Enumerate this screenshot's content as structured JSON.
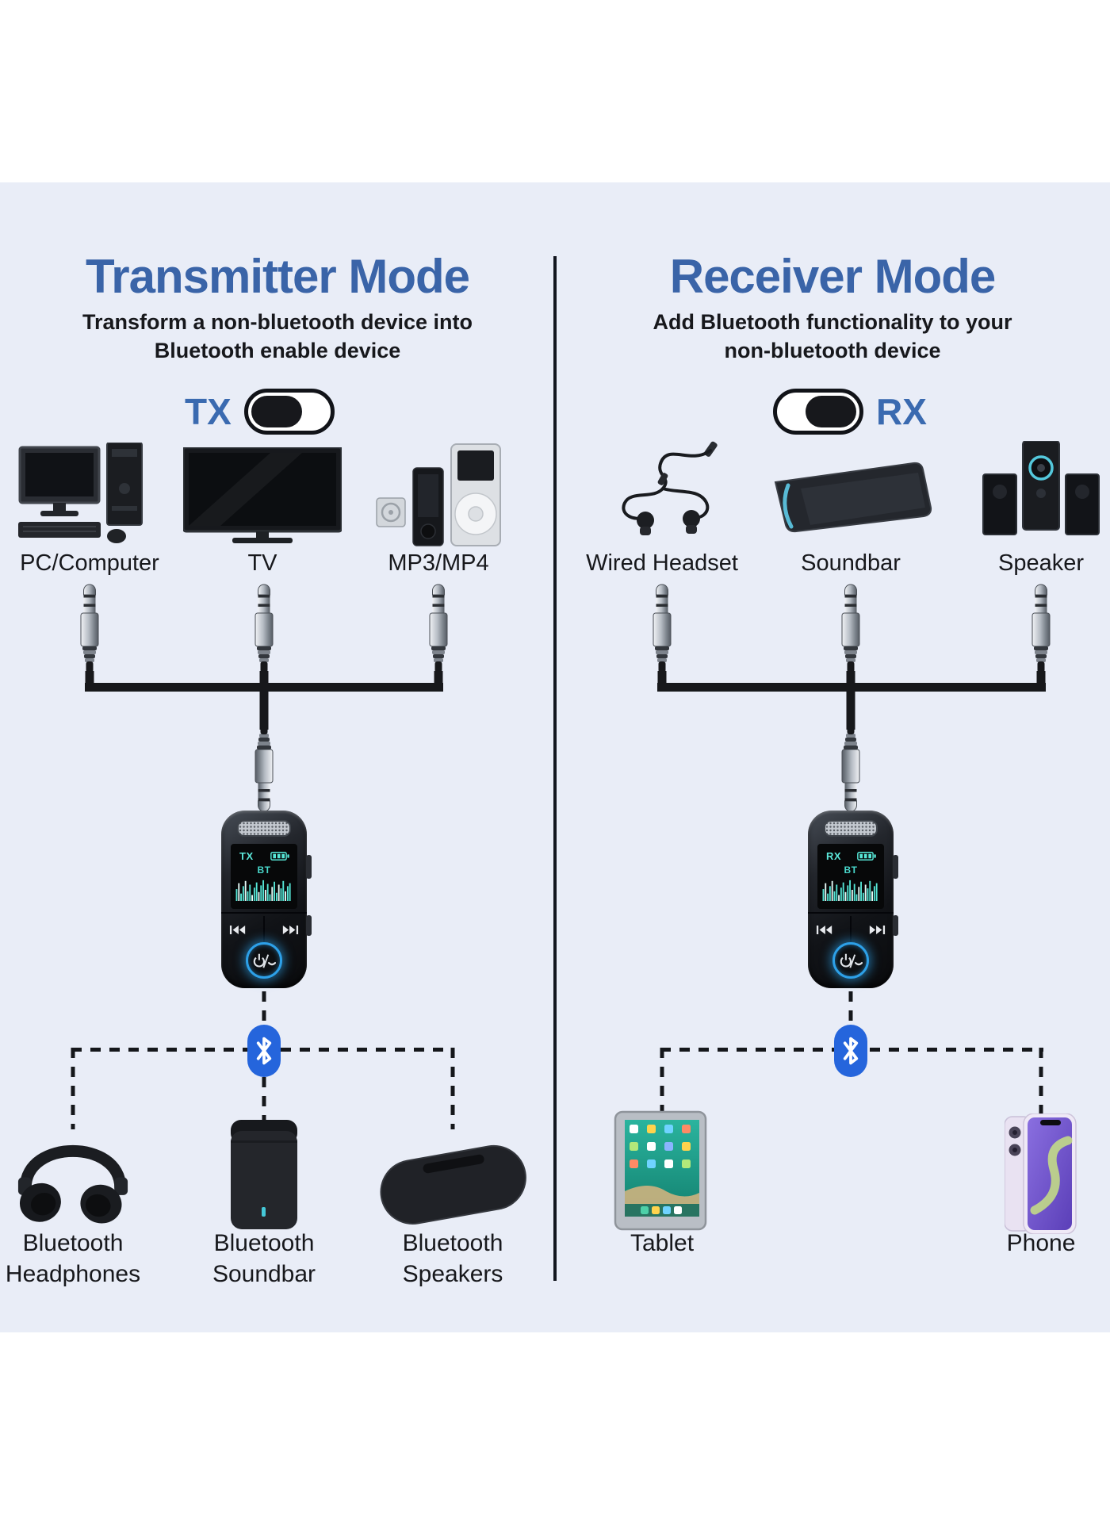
{
  "colors": {
    "title_blue": "#3a64a8",
    "mode_label_blue": "#3a6ab0",
    "bluetooth_icon_blue": "#2565dc",
    "screen_teal": "#57e8d8",
    "power_ring_blue": "#2da0e8",
    "cable_black": "#17181b",
    "panel_background": "#e9edf7"
  },
  "left_panel": {
    "title": "Transmitter Mode",
    "subtitle_line1": "Transform a non-bluetooth device into",
    "subtitle_line2": "Bluetooth enable device",
    "mode_toggle": {
      "label": "TX",
      "knob_position": "left"
    },
    "sources": [
      {
        "label": "PC/Computer"
      },
      {
        "label": "TV"
      },
      {
        "label": "MP3/MP4"
      }
    ],
    "adapter_screen": {
      "mode_label": "TX",
      "bt_label": "BT"
    },
    "sinks": [
      {
        "label": "Bluetooth Headphones"
      },
      {
        "label": "Bluetooth Soundbar"
      },
      {
        "label": "Bluetooth Speakers"
      }
    ]
  },
  "right_panel": {
    "title": "Receiver Mode",
    "subtitle_line1": "Add Bluetooth functionality to your",
    "subtitle_line2": "non-bluetooth device",
    "mode_toggle": {
      "label": "RX",
      "knob_position": "right"
    },
    "sources": [
      {
        "label": "Wired Headset"
      },
      {
        "label": "Soundbar"
      },
      {
        "label": "Speaker"
      }
    ],
    "adapter_screen": {
      "mode_label": "RX",
      "bt_label": "BT"
    },
    "sinks": [
      {
        "label": "Tablet"
      },
      {
        "label": "Phone"
      }
    ]
  }
}
